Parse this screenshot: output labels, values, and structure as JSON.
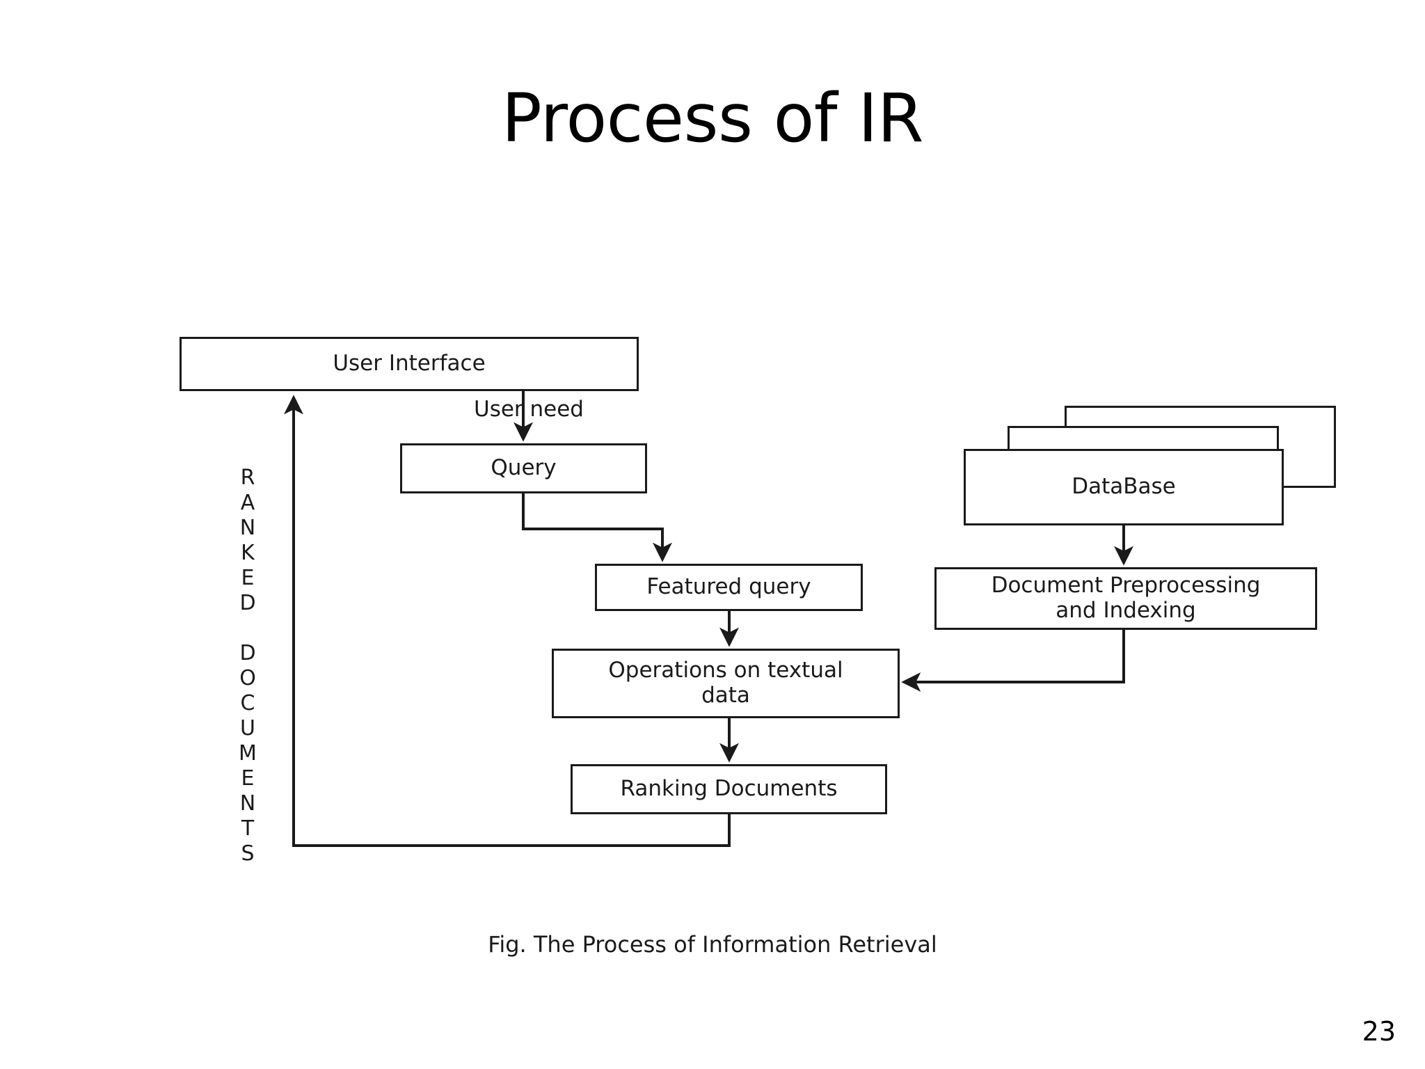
{
  "slide": {
    "title": "Process of IR",
    "page_number": "23",
    "background_color": "#ffffff",
    "text_color": "#000000"
  },
  "figure": {
    "caption": "Fig. The Process of Information Retrieval",
    "stroke_color": "#1a1a1a",
    "fill_color": "#ffffff",
    "nodes": {
      "user_interface": "User Interface",
      "query": "Query",
      "featured_query": "Featured query",
      "operations": "Operations on textual\ndata",
      "ranking": "Ranking Documents",
      "database": "DataBase",
      "preprocessing": "Document Preprocessing\nand Indexing"
    },
    "edge_labels": {
      "user_need": "User need",
      "ranked_documents": "RANKED DOCUMENTS"
    },
    "edges": [
      {
        "from": "user_interface",
        "to": "query",
        "label": "User need"
      },
      {
        "from": "query",
        "to": "featured_query",
        "label": ""
      },
      {
        "from": "featured_query",
        "to": "operations",
        "label": ""
      },
      {
        "from": "operations",
        "to": "ranking",
        "label": ""
      },
      {
        "from": "ranking",
        "to": "user_interface",
        "label": "RANKED DOCUMENTS"
      },
      {
        "from": "database",
        "to": "preprocessing",
        "label": ""
      },
      {
        "from": "preprocessing",
        "to": "operations",
        "label": ""
      }
    ]
  }
}
